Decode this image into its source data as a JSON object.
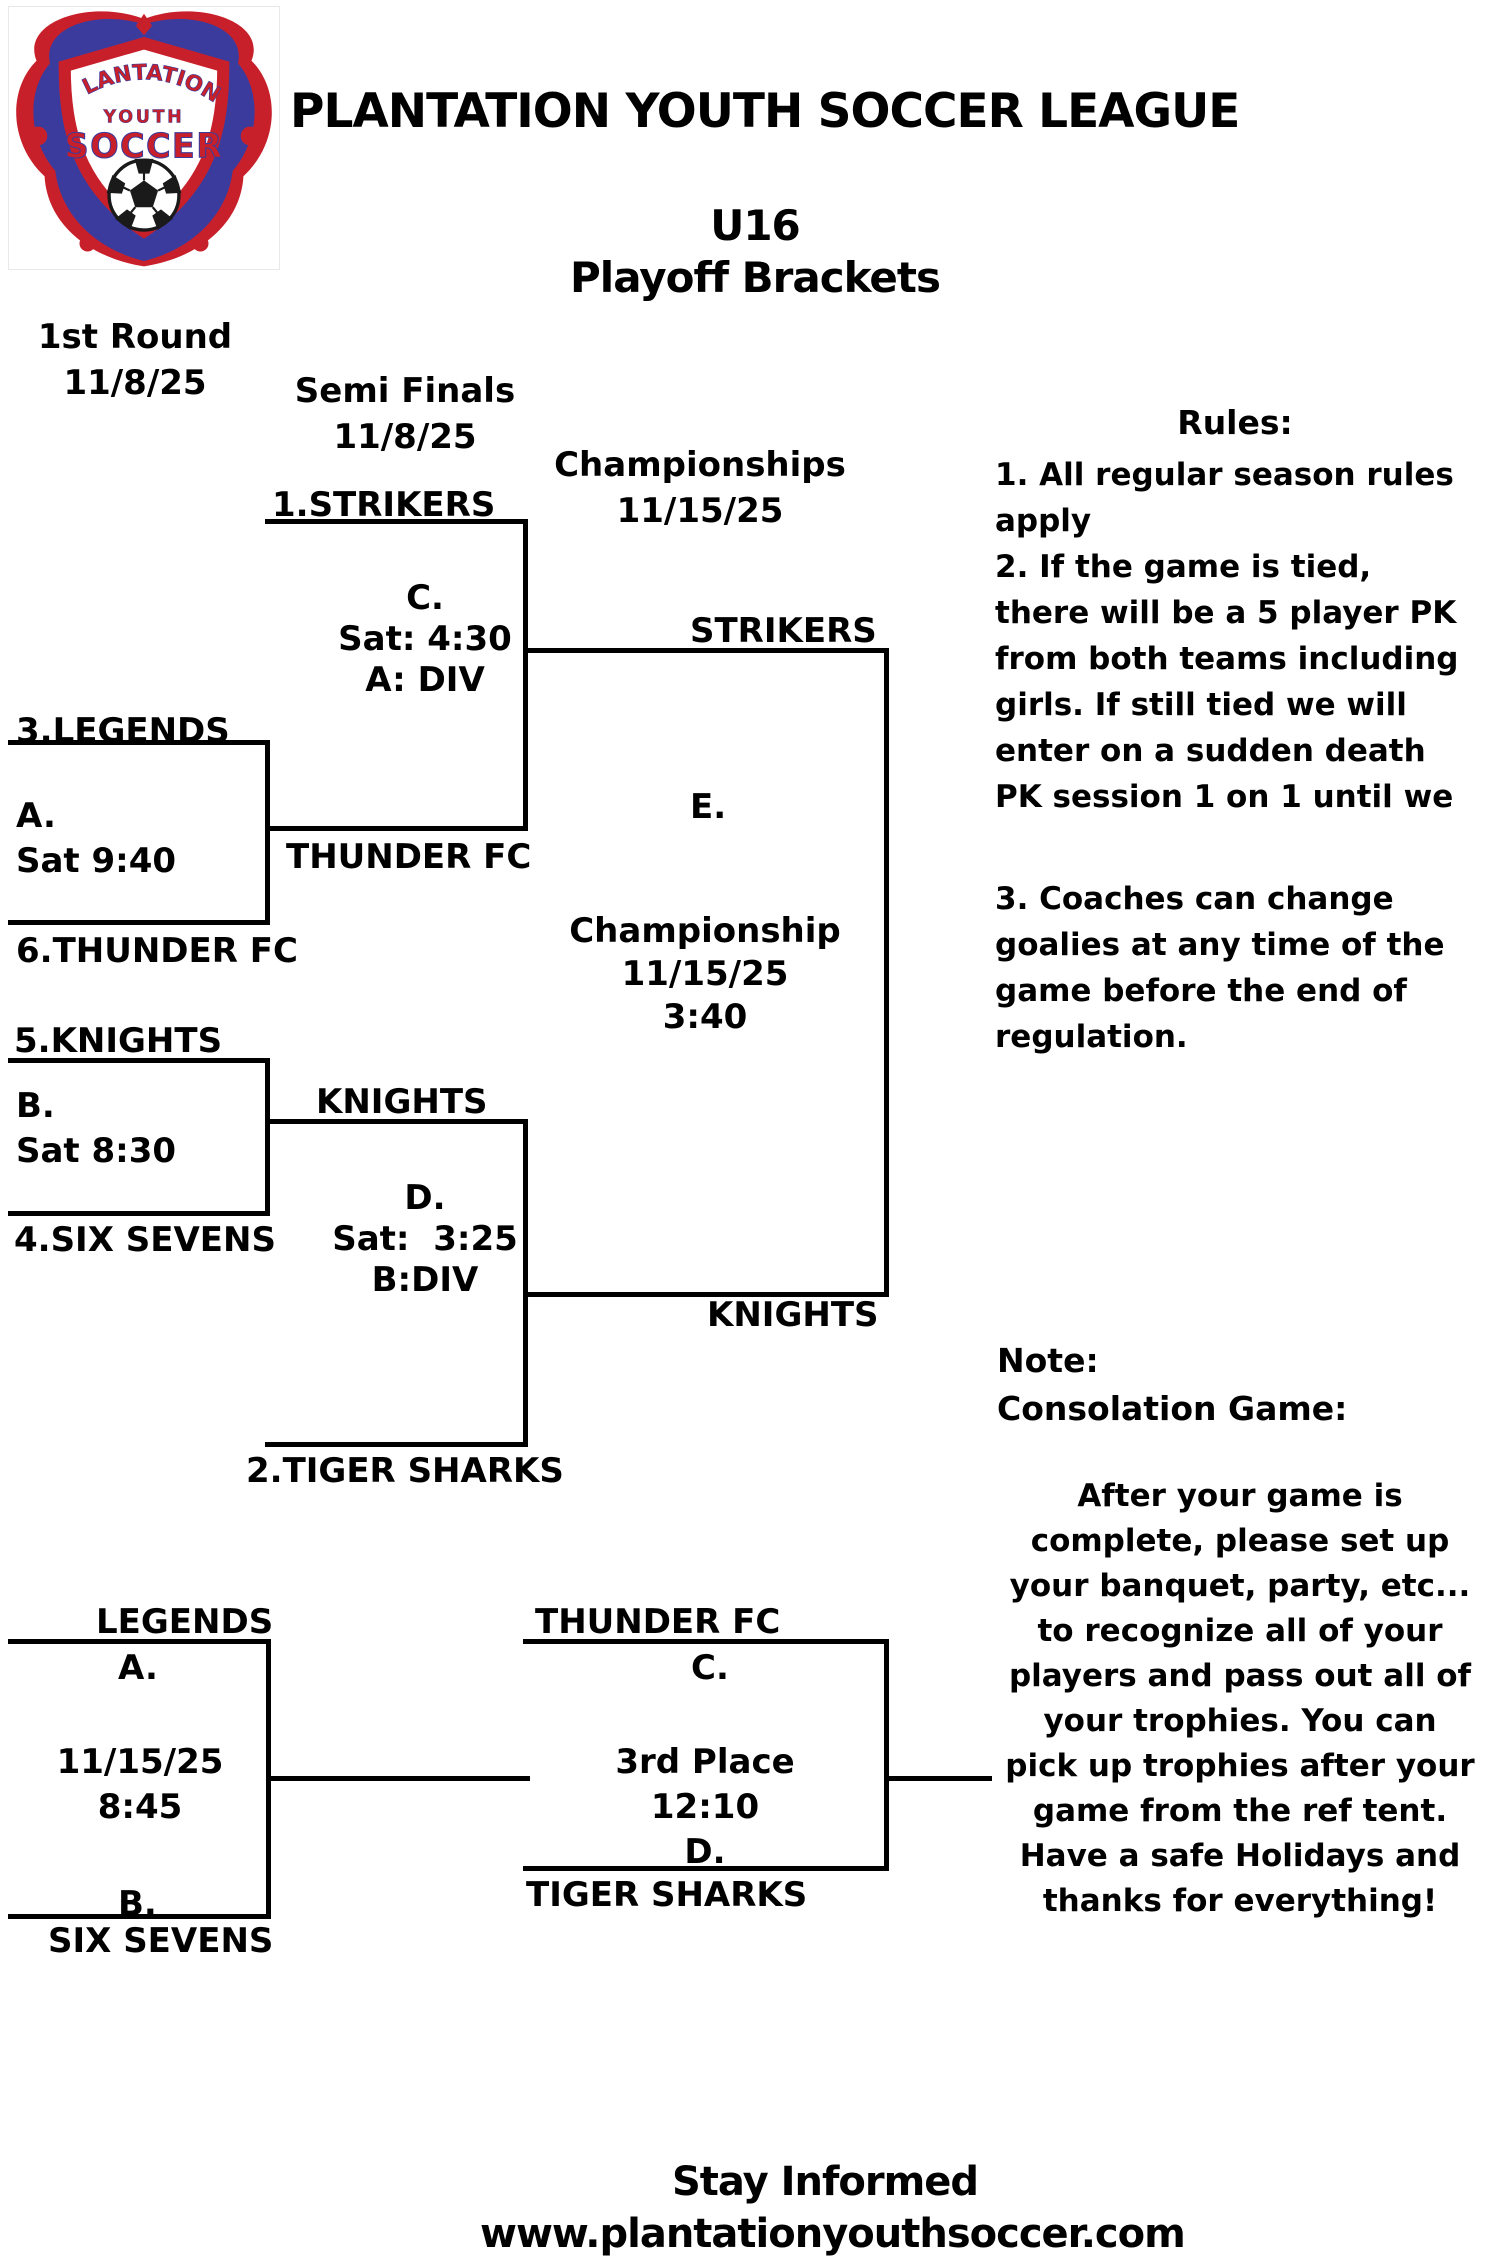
{
  "header": {
    "league_title": "PLANTATION YOUTH SOCCER LEAGUE",
    "division": "U16",
    "subtitle": "Playoff Brackets",
    "logo": {
      "arc_text": "PLANTATION",
      "mid_text": "YOUTH",
      "main_text": "SOCCER",
      "blue": "#3b3b9d",
      "red": "#c8202a"
    }
  },
  "round_headers": {
    "first_round": {
      "title": "1st Round",
      "date": "11/8/25"
    },
    "semi_finals": {
      "title": "Semi Finals",
      "date": "11/8/25"
    },
    "championships": {
      "title": "Championships",
      "date": "11/15/25"
    }
  },
  "bracket": {
    "seed_strikers": "1.STRIKERS",
    "seed_legends": "3.LEGENDS",
    "seed_thunder": "6.THUNDER FC",
    "seed_knights": "5.KNIGHTS",
    "seed_six_sevens": "4.SIX SEVENS",
    "seed_tiger_sharks": "2.TIGER SHARKS",
    "game_a": {
      "label": "A.",
      "time": "Sat 9:40",
      "winner": "THUNDER FC"
    },
    "game_b": {
      "label": "B.",
      "time": "Sat 8:30",
      "winner": "KNIGHTS"
    },
    "game_c": {
      "label": "C.",
      "time": "Sat: 4:30",
      "division": "A: DIV",
      "winner": "STRIKERS"
    },
    "game_d": {
      "label": "D.",
      "time": "Sat:  3:25",
      "division": "B:DIV",
      "winner": "KNIGHTS"
    },
    "game_e": {
      "label": "E.",
      "title": "Championship",
      "date": "11/15/25",
      "time": "3:40"
    }
  },
  "consolation": {
    "left": {
      "team_top": "LEGENDS",
      "label_top": "A.",
      "date": "11/15/25",
      "time": "8:45",
      "label_bottom": "B.",
      "team_bottom": "SIX SEVENS"
    },
    "third_place": {
      "team_top": "THUNDER FC",
      "label_top": "C.",
      "title": "3rd Place",
      "time": "12:10",
      "label_bottom": "D.",
      "team_bottom": "TIGER SHARKS"
    }
  },
  "rules": {
    "heading": "Rules:",
    "part1": "1. All regular season rules\napply\n2. If the game is tied,\nthere will be a 5 player PK\nfrom both teams including\ngirls. If still tied we will\nenter on a sudden death\nPK session 1 on 1 until we",
    "part2": "3. Coaches can change\ngoalies at any time of the\ngame before the end of\nregulation."
  },
  "note": {
    "heading": "Note:",
    "subheading": "Consolation Game:",
    "body": "After your game is\ncomplete, please set up\nyour banquet, party, etc...\nto recognize all of your\nplayers and pass out all of\nyour trophies. You can\npick up trophies after your\ngame from the ref tent.\nHave a safe Holidays and\nthanks for everything!"
  },
  "footer": {
    "line1": "Stay Informed",
    "line2": "www.plantationyouthsoccer.com"
  }
}
